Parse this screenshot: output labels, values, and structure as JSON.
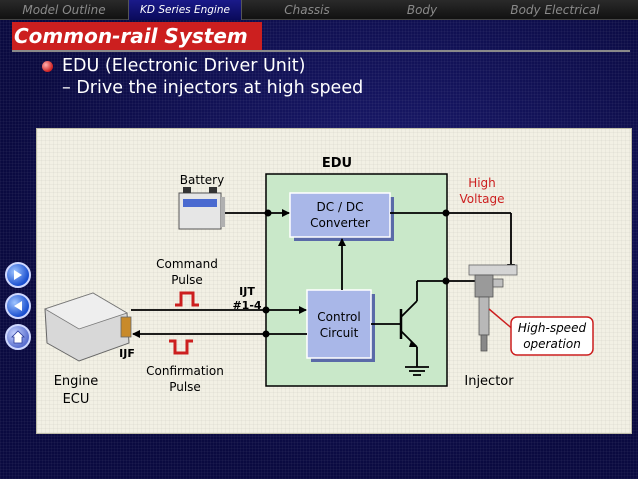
{
  "nav": {
    "items": [
      {
        "label": "Model Outline"
      },
      {
        "label": "KD Series Engine"
      },
      {
        "label": "Chassis"
      },
      {
        "label": "Body"
      },
      {
        "label": "Body Electrical"
      }
    ],
    "active_index": 1
  },
  "page_title": "Common-rail System",
  "bullet": {
    "main": "EDU (Electronic Driver Unit)",
    "sub": "– Drive the injectors at high speed"
  },
  "diagram": {
    "edu_label": "EDU",
    "battery_label": "Battery",
    "dcdc_line1": "DC / DC",
    "dcdc_line2": "Converter",
    "control_line1": "Control",
    "control_line2": "Circuit",
    "high_voltage_line1": "High",
    "high_voltage_line2": "Voltage",
    "command_pulse_line1": "Command",
    "command_pulse_line2": "Pulse",
    "ijt_line1": "IJT",
    "ijt_line2": "#1-4",
    "ijf_label": "IJF",
    "confirmation_line1": "Confirmation",
    "confirmation_line2": "Pulse",
    "engine_ecu_line1": "Engine",
    "engine_ecu_line2": "ECU",
    "injector_label": "Injector",
    "callout_line1": "High-speed",
    "callout_line2": "operation"
  },
  "colors": {
    "nav_active_bg": "#1a1a8a",
    "title_bg": "#cc1f1f",
    "edu_box_fill": "#c9e8c9",
    "block_fill": "#a9b7e8",
    "high_voltage_text": "#cc1f1f",
    "pulse_color": "#cc1f1f",
    "callout_border": "#cc1f1f"
  },
  "side_buttons": [
    "forward-arrow-icon",
    "back-arrow-icon",
    "home-icon"
  ]
}
